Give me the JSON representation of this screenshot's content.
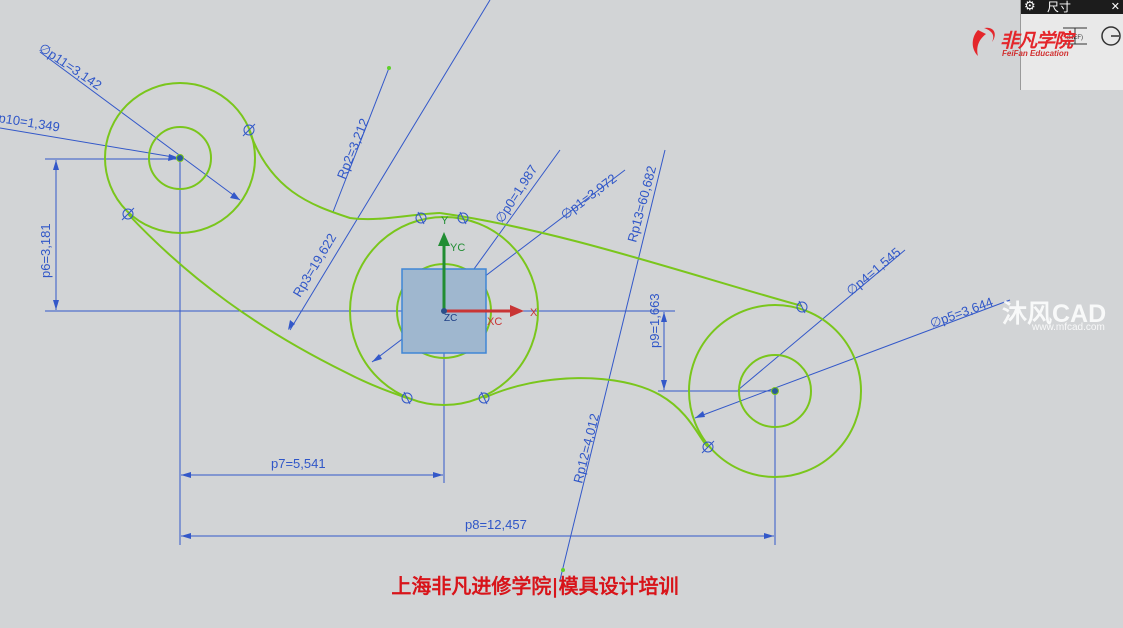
{
  "dimensions": {
    "p0": "∅p0=1,987",
    "p1": "∅p1=3,972",
    "p2": "Rp2=3,212",
    "p3": "Rp3=19,622",
    "p4": "∅p4=1,545",
    "p5": "∅p5=3,644",
    "p6": "p6=3,181",
    "p7": "p7=5,541",
    "p8": "p8=12,457",
    "p9": "p9=1,663",
    "p10": "p10=1,349",
    "p11": "∅p11=3,142",
    "p12": "Rp12=4,012",
    "p13": "Rp13=60,682"
  },
  "axes": {
    "yc": "YC",
    "xc": "XC",
    "zc": "ZC",
    "y": "Y",
    "x": "X"
  },
  "toolbar": {
    "title": "尺寸",
    "close_icon": "close-icon",
    "settings_icon": "gear-icon",
    "ref_label": "(REF)"
  },
  "brand": {
    "name": "非凡学院",
    "subtitle": "FeiFan Education"
  },
  "watermark": {
    "name": "沐风CAD",
    "url": "www.mfcad.com"
  },
  "caption": "上海非凡进修学院|模具设计培训",
  "colors": {
    "sketch": "#7ac61c",
    "dimension": "#3358c9",
    "background": "#d2d4d6",
    "caption": "#d8141a"
  }
}
